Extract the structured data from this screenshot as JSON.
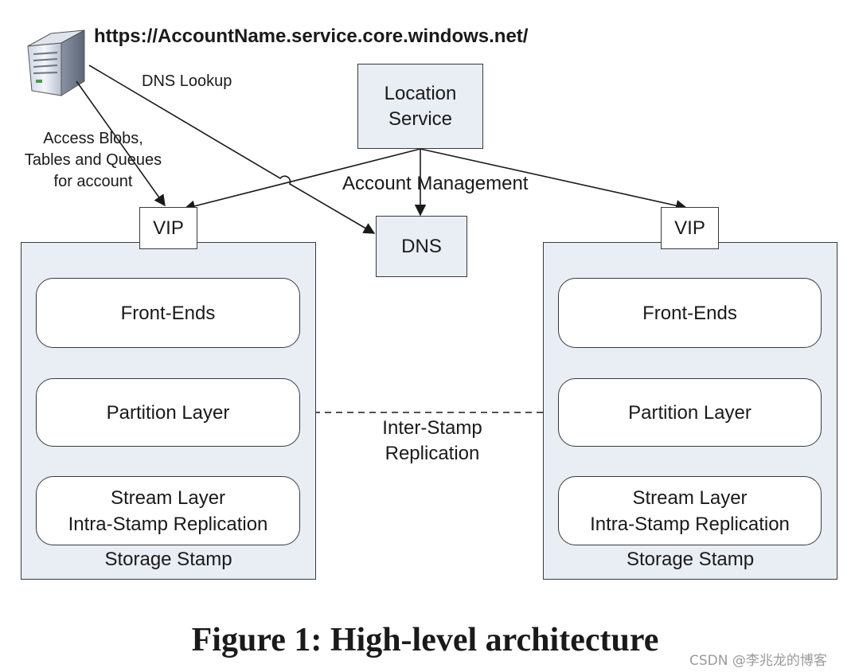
{
  "url": "https://AccountName.service.core.windows.net/",
  "dns_lookup_label": "DNS Lookup",
  "access_label": [
    "Access Blobs,",
    "Tables and Queues",
    "for account"
  ],
  "location_service": [
    "Location",
    "Service"
  ],
  "account_management": "Account Management",
  "dns": "DNS",
  "inter_stamp": [
    "Inter-Stamp",
    "Replication"
  ],
  "stamps": [
    {
      "vip": "VIP",
      "front_ends": "Front-Ends",
      "partition_layer": "Partition Layer",
      "stream_layer": [
        "Stream Layer",
        "Intra-Stamp Replication"
      ],
      "caption": "Storage Stamp"
    },
    {
      "vip": "VIP",
      "front_ends": "Front-Ends",
      "partition_layer": "Partition Layer",
      "stream_layer": [
        "Stream Layer",
        "Intra-Stamp Replication"
      ],
      "caption": "Storage Stamp"
    }
  ],
  "figure_caption": "Figure 1: High-level architecture",
  "watermark": "CSDN @李兆龙的博客",
  "colors": {
    "panel_fill": "#e9eef5",
    "stroke": "#3a3a3a",
    "text": "#1a1a1a",
    "watermark": "#9a9a9a"
  },
  "icons": [
    "server-icon"
  ]
}
